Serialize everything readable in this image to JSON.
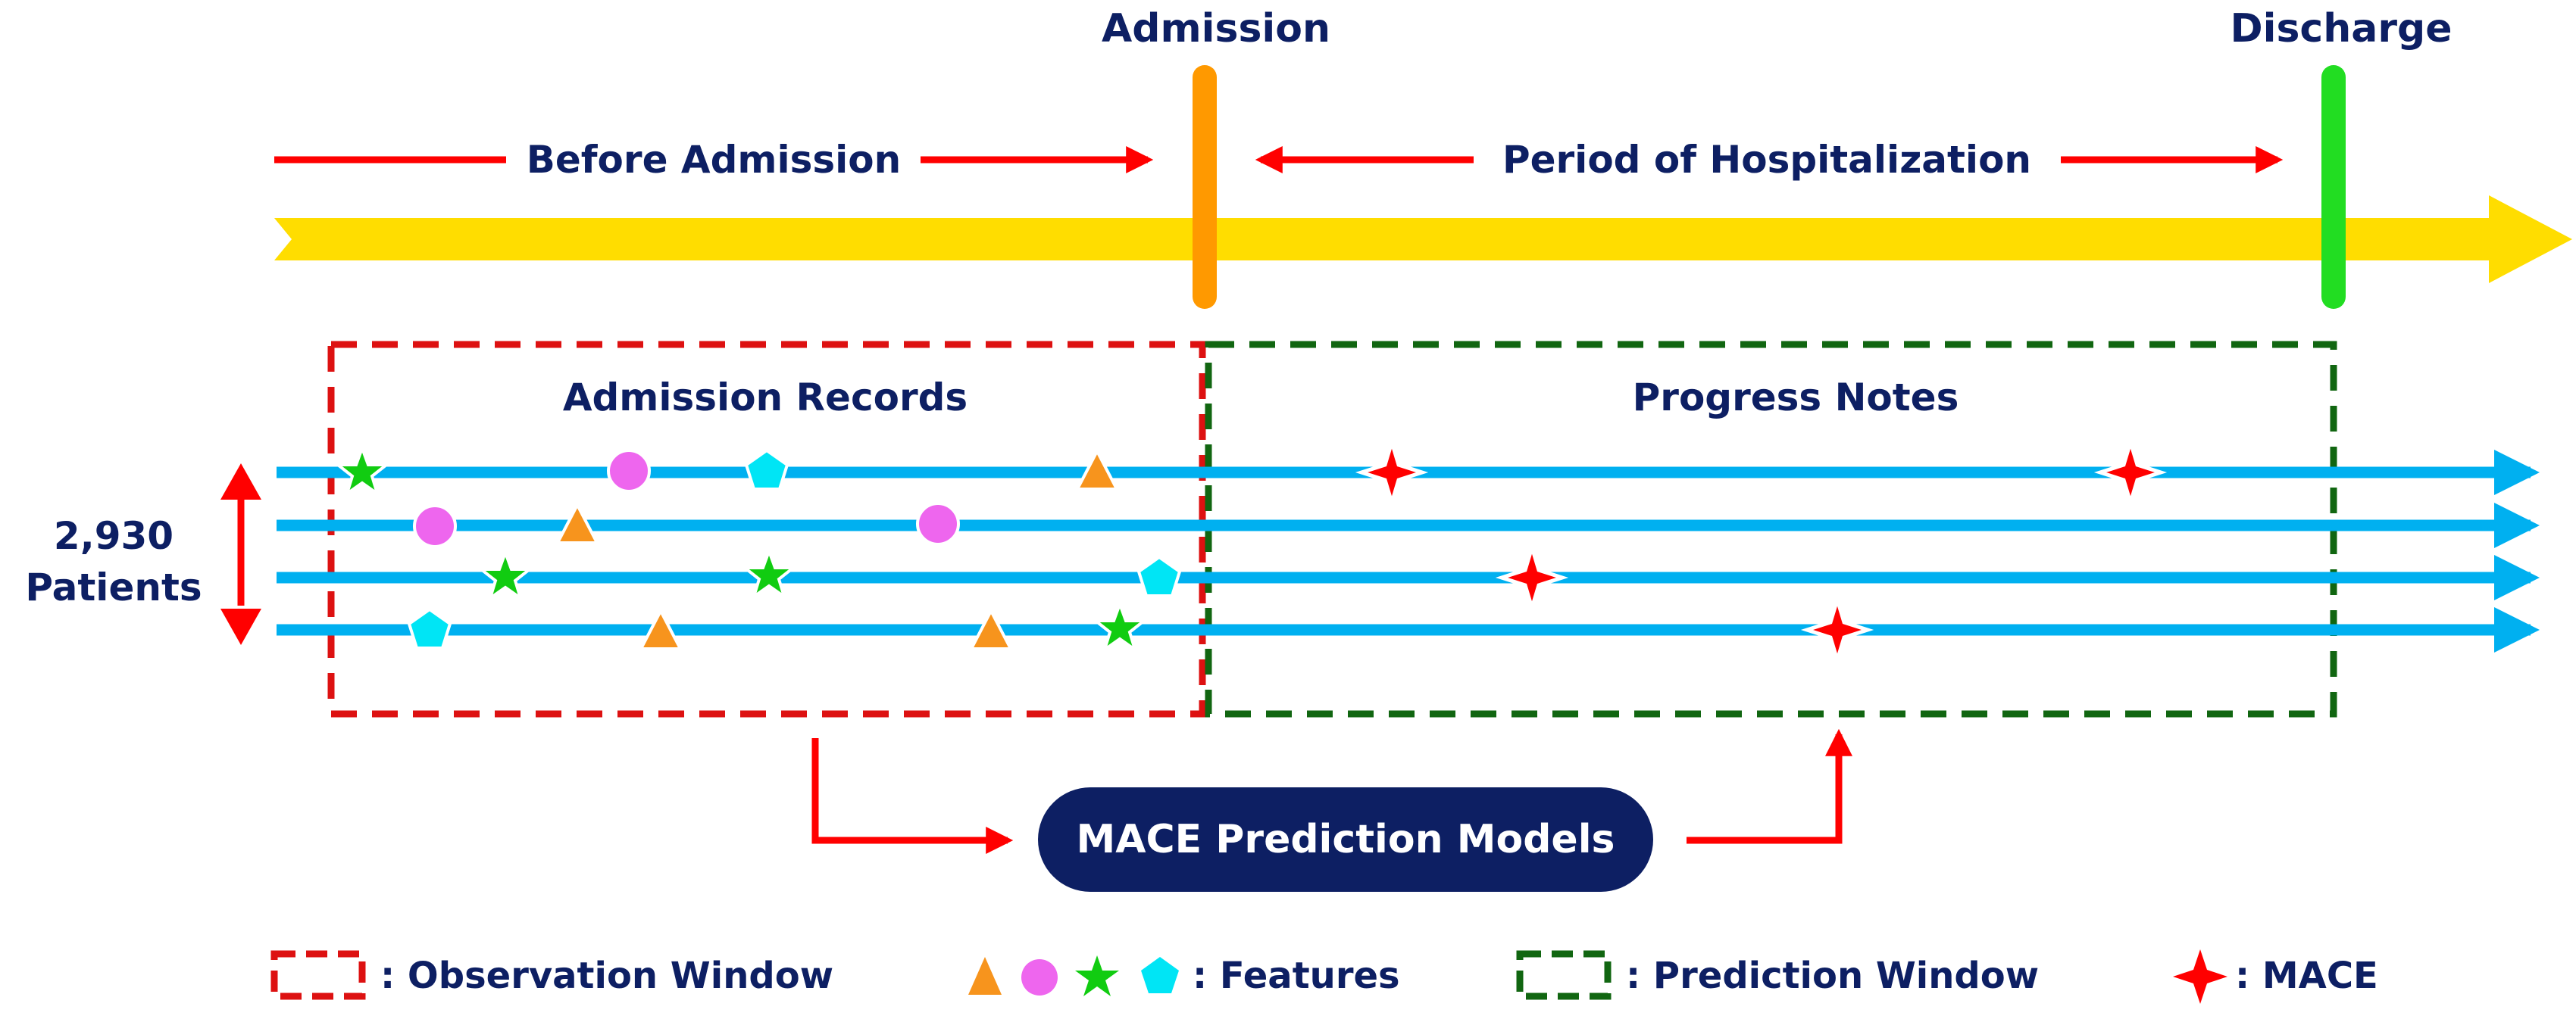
{
  "colors": {
    "navy": "#0d1f63",
    "red": "#ff0000",
    "timeline_yellow": "#ffdd00",
    "patient_line": "#00b0f0",
    "admission_marker": "#ff9900",
    "discharge_marker": "#22dd22",
    "observation_box": "#dd1111",
    "prediction_box": "#116611",
    "feature_triangle": "#f7941d",
    "feature_circle": "#ee66ee",
    "feature_star": "#11cc11",
    "feature_pentagon": "#00e5f5",
    "mace_star": "#ff0000"
  },
  "timeline": {
    "admission_label": "Admission",
    "discharge_label": "Discharge",
    "before_admission_label": "Before Admission",
    "hospitalization_label": "Period of Hospitalization"
  },
  "windows": {
    "observation_title": "Admission Records",
    "prediction_title": "Progress Notes"
  },
  "patients": {
    "count": "2,930",
    "label": "Patients"
  },
  "model": {
    "label": "MACE Prediction Models"
  },
  "legend": {
    "observation": ": Observation Window",
    "features": ": Features",
    "prediction": ": Prediction Window",
    "mace": ": MACE"
  },
  "icons": {
    "triangle": "triangle-icon",
    "circle": "circle-icon",
    "star": "star-icon",
    "pentagon": "pentagon-icon",
    "mace": "four-point-star-icon"
  }
}
